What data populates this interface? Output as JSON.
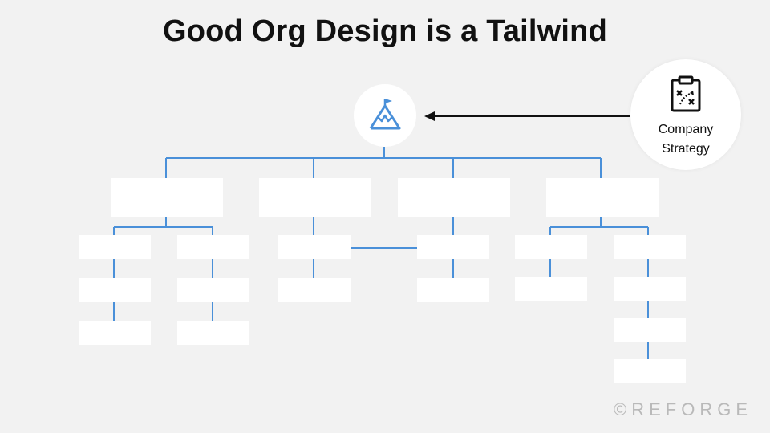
{
  "title": "Good Org Design is a Tailwind",
  "strategy_node": {
    "label_line1": "Company",
    "label_line2": "Strategy",
    "icon": "strategy-clipboard-icon"
  },
  "top_node": {
    "icon": "mountain-flag-icon"
  },
  "brand": "©REFORGE",
  "colors": {
    "connector": "#4a90d9",
    "background": "#f2f2f2",
    "box": "#ffffff",
    "arrow": "#111111"
  }
}
